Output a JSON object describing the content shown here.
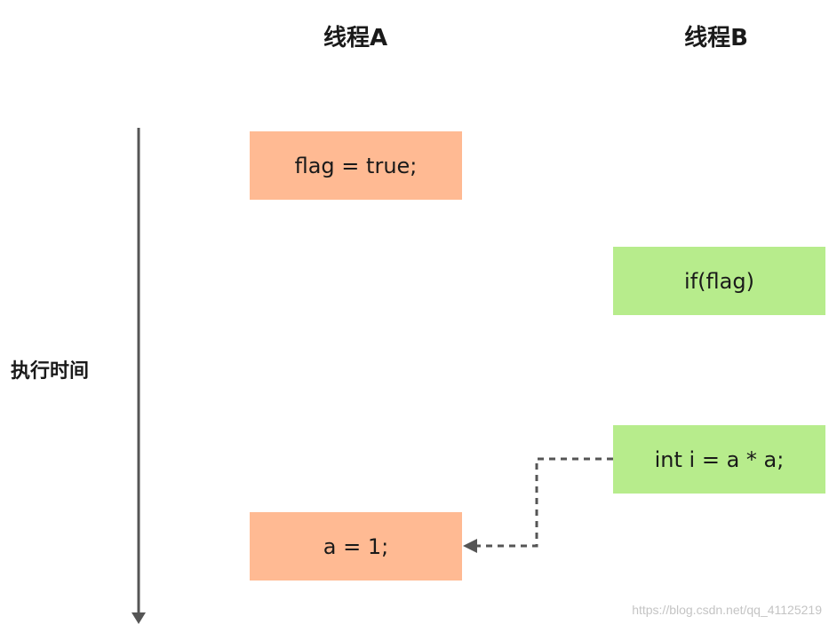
{
  "columns": {
    "a": {
      "title": "线程A"
    },
    "b": {
      "title": "线程B"
    }
  },
  "axis": {
    "label": "执行时间"
  },
  "boxes": {
    "a_first": {
      "text": "flag = true;"
    },
    "a_second": {
      "text": "a = 1;"
    },
    "b_first": {
      "text": "if(flag)"
    },
    "b_second": {
      "text": "int i = a * a;"
    }
  },
  "colors": {
    "thread_a_box": "#ffba93",
    "thread_b_box": "#b7ec8c",
    "arrow": "#555555"
  },
  "watermark": "https://blog.csdn.net/qq_41125219"
}
